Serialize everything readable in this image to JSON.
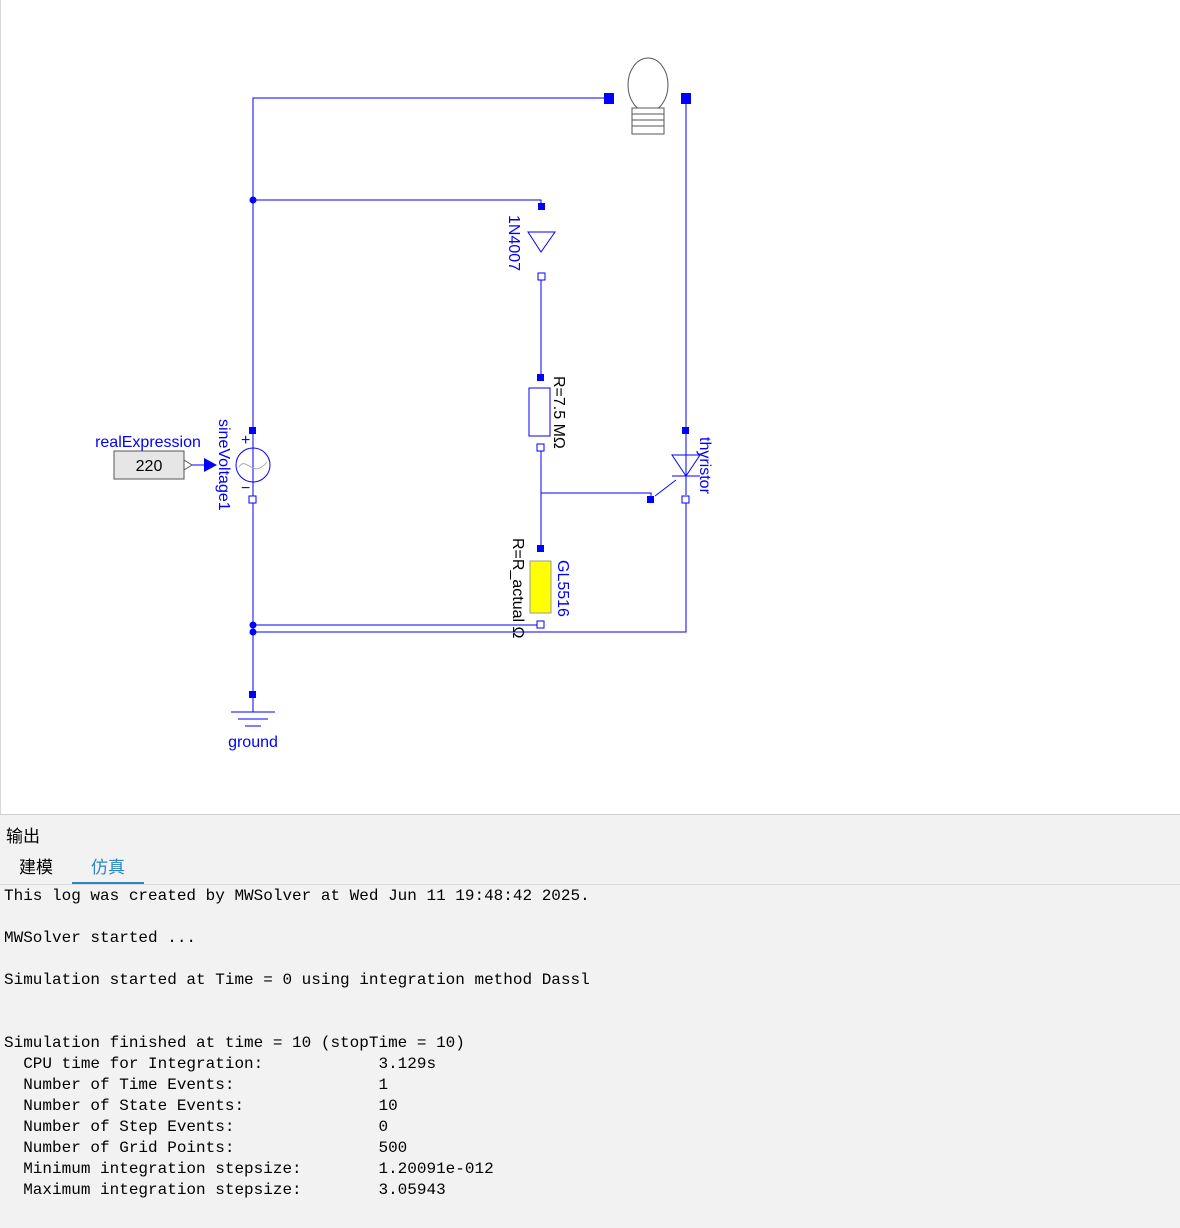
{
  "diagram": {
    "labels": {
      "real_expression": "realExpression",
      "real_expression_value": "220",
      "sine_voltage": "sineVoltage1",
      "diode": "1N4007",
      "resistor_value": "R=7.5 MΩ",
      "thyristor": "thyristor",
      "ldr_value": "R=R_actual Ω",
      "ldr_name": "GL5516",
      "ground": "ground",
      "plus_sign": "+",
      "minus_sign": "−"
    },
    "colors": {
      "wire": "#0000ff",
      "component_line": "#0000ff",
      "ldr_fill": "#ffff00",
      "lamp_outline": "#555555",
      "expression_box": "#e6e6e6"
    }
  },
  "output": {
    "title": "输出",
    "tabs": [
      {
        "label": "建模",
        "active": false
      },
      {
        "label": "仿真",
        "active": true
      }
    ],
    "log_lines": [
      "This log was created by MWSolver at Wed Jun 11 19:48:42 2025.",
      "",
      "MWSolver started ...",
      "",
      "Simulation started at Time = 0 using integration method Dassl",
      "",
      "",
      "Simulation finished at time = 10 (stopTime = 10)",
      "  CPU time for Integration:            3.129s",
      "  Number of Time Events:               1",
      "  Number of State Events:              10",
      "  Number of Step Events:               0",
      "  Number of Grid Points:               500",
      "  Minimum integration stepsize:        1.20091e-012",
      "  Maximum integration stepsize:        3.05943"
    ]
  }
}
